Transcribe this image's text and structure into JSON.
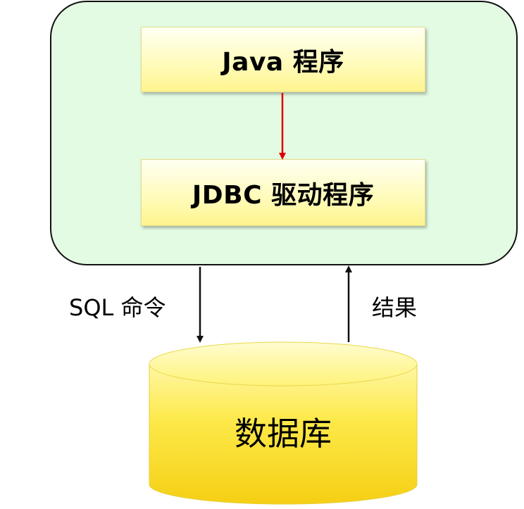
{
  "diagram": {
    "nodes": {
      "java_program": "Java 程序",
      "jdbc_driver": "JDBC 驱动程序",
      "database": "数据库"
    },
    "edges": {
      "sql_command": "SQL 命令",
      "result": "结果"
    }
  },
  "colors": {
    "container_fill": "#e3fbe3",
    "box_fill": "#fffbb8",
    "cylinder_fill": "#fde94a",
    "inner_arrow": "#e00000",
    "outer_arrow": "#111111"
  }
}
